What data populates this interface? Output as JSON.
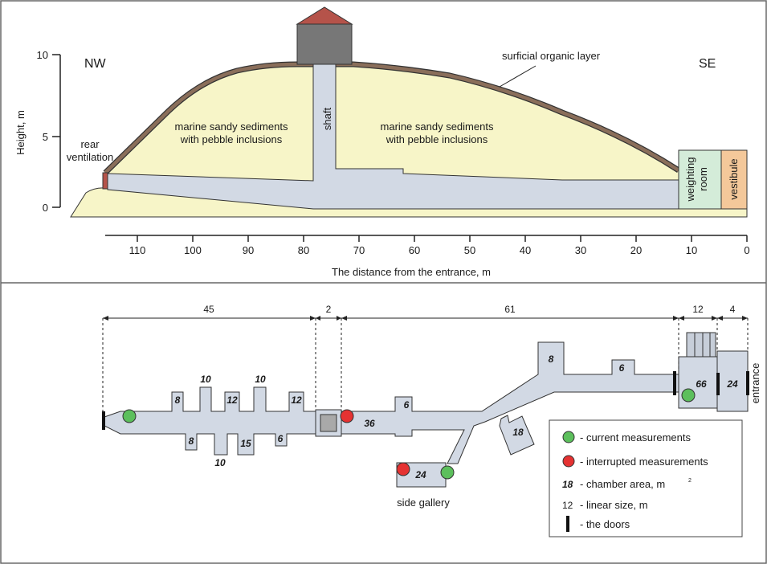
{
  "colors": {
    "sediment": "#f7f5c8",
    "organic_layer": "#8a6e5a",
    "tunnel": "#d2d9e4",
    "weighting_room": "#d4ecd9",
    "vestibule": "#f4c89a",
    "shaft_building": "#777777",
    "roof": "#b5534a",
    "current_measurement": "#5cbf5c",
    "interrupted_measurement": "#e53232",
    "rear_ventilation": "#b5534a"
  },
  "section": {
    "nw_label": "NW",
    "se_label": "SE",
    "y_axis_label": "Height, m",
    "y_ticks": [
      "0",
      "5",
      "10"
    ],
    "x_axis_label": "The distance from the entrance, m",
    "x_ticks": [
      "110",
      "100",
      "90",
      "80",
      "70",
      "60",
      "50",
      "40",
      "30",
      "20",
      "10",
      "0"
    ],
    "sediment_left_line1": "marine sandy sediments",
    "sediment_left_line2": "with pebble inclusions",
    "sediment_right_line1": "marine sandy sediments",
    "sediment_right_line2": "with pebble inclusions",
    "shaft_label": "shaft",
    "organic_layer_label": "surficial organic layer",
    "rear_vent_line1": "rear",
    "rear_vent_line2": "ventilation",
    "weighting_line1": "weighting",
    "weighting_line2": "room",
    "vestibule_label": "vestibule"
  },
  "plan": {
    "dim_45": "45",
    "dim_2": "2",
    "dim_61": "61",
    "dim_12": "12",
    "dim_4": "4",
    "chambers": {
      "top_8": "8",
      "top_10a": "10",
      "top_12a": "12",
      "top_10b": "10",
      "top_12b": "12",
      "bot_8": "8",
      "bot_10": "10",
      "bot_15": "15",
      "bot_6": "6",
      "c36": "36",
      "c6a": "6",
      "c18": "18",
      "c24_side": "24",
      "c8_upper": "8",
      "c6_upper": "6",
      "c66": "66",
      "c24_entry": "24"
    },
    "side_gallery_label": "side gallery",
    "entrance_label": "entrance"
  },
  "legend": {
    "current": "- current measurements",
    "interrupted": "- interrupted measurements",
    "area_sample": "18",
    "area_text": "- chamber area, m",
    "area_sup": "2",
    "linear_sample": "12",
    "linear_text": "- linear size, m",
    "doors_text": "- the doors"
  }
}
